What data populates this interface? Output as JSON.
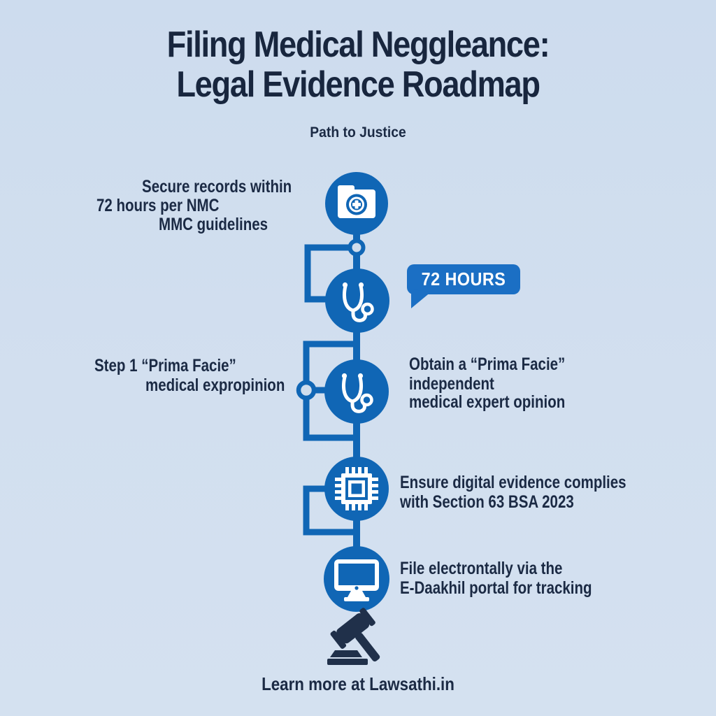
{
  "colors": {
    "background": "#cfdded",
    "node_blue": "#1066b5",
    "badge_blue": "#1b6fc4",
    "text_navy": "#1b2a44",
    "icon_white": "#ffffff",
    "gavel_navy": "#20304a"
  },
  "header": {
    "title_line1": "Filing Medical Neggleance:",
    "title_line2": "Legal Evidence Roadmap",
    "subtitle": "Path to Justice"
  },
  "timeline": {
    "badge": {
      "label": "72 HOURS"
    },
    "steps": [
      {
        "name": "secure-records",
        "icon": "medical-folder-icon",
        "lines": [
          "Secure records within",
          "72 hours per NMC",
          "MMC guidelines"
        ]
      },
      {
        "name": "72-hour-deadline",
        "icon": "stethoscope-icon",
        "lines": []
      },
      {
        "name": "prima-facie-opinion",
        "icon": "stethoscope-icon",
        "left_lines": [
          "Step 1  “Prima Facie”",
          "medical expropinion"
        ],
        "right_lines": [
          "Obtain a “Prima Facie”",
          "independent",
          "medical expert opinion"
        ]
      },
      {
        "name": "digital-evidence",
        "icon": "microchip-icon",
        "lines": [
          "Ensure digital evidence complies",
          "with Section 63 BSA 2023"
        ]
      },
      {
        "name": "e-filing",
        "icon": "computer-monitor-icon",
        "lines": [
          "File electrontally via the",
          "E-Daakhil portal for tracking"
        ]
      }
    ]
  },
  "footer": {
    "icon": "gavel-icon",
    "text": "Learn more at Lawsathi.in"
  }
}
